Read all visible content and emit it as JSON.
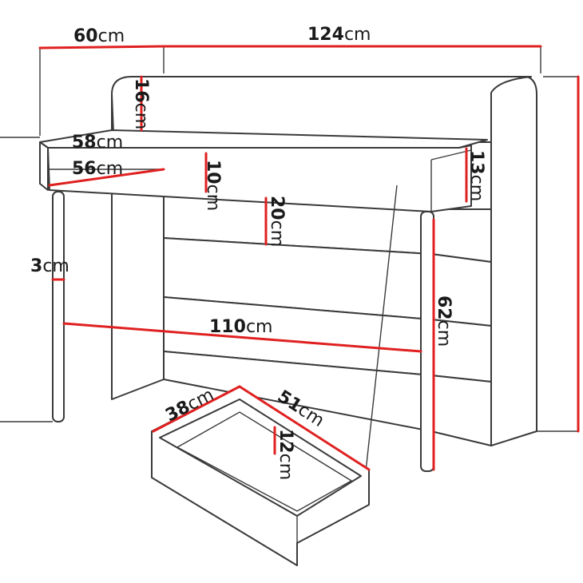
{
  "dimensions": {
    "depth_total": {
      "value": "60",
      "unit": "cm"
    },
    "width_total": {
      "value": "124",
      "unit": "cm"
    },
    "top_panel_height": {
      "value": "16",
      "unit": "cm"
    },
    "desk_depth": {
      "value": "58",
      "unit": "cm"
    },
    "drawer_inner_depth": {
      "value": "56",
      "unit": "cm"
    },
    "drawer_front_height": {
      "value": "10",
      "unit": "cm"
    },
    "side_height": {
      "value": "13",
      "unit": "cm"
    },
    "back_panel_height": {
      "value": "20",
      "unit": "cm"
    },
    "leg_thickness": {
      "value": "3",
      "unit": "cm"
    },
    "desk_height": {
      "value": "62",
      "unit": "cm"
    },
    "inner_width": {
      "value": "110",
      "unit": "cm"
    },
    "drawer_width": {
      "value": "38",
      "unit": "cm"
    },
    "drawer_length": {
      "value": "51",
      "unit": "cm"
    },
    "drawer_height": {
      "value": "12",
      "unit": "cm"
    }
  },
  "colors": {
    "outline": "#3a3a3a",
    "dimension_line": "#e02020",
    "text": "#1a1a1a"
  }
}
